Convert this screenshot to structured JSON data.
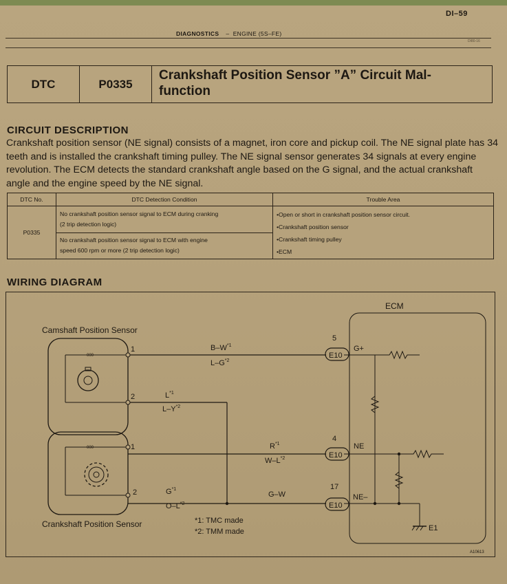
{
  "header": {
    "page_number": "DI–59",
    "section": "DIAGNOSTICS",
    "separator": "–",
    "subsection": "ENGINE (5S–FE)",
    "small_code": "DI80-16"
  },
  "dtc_box": {
    "label": "DTC",
    "code": "P0335",
    "title_line1": "Crankshaft Position Sensor ”A” Circuit Mal-",
    "title_line2": "function"
  },
  "circuit_description": {
    "heading": "CIRCUIT DESCRIPTION",
    "text": "Crankshaft position sensor (NE signal) consists of a magnet, iron core and pickup coil. The NE signal plate has 34 teeth and is installed the crankshaft timing pulley. The NE signal sensor generates 34 signals at every engine revolution. The ECM detects the standard crankshaft angle based on the G signal, and the actual crankshaft angle and the engine speed by the NE signal."
  },
  "condition_table": {
    "headers": [
      "DTC No.",
      "DTC Detection Condition",
      "Trouble Area"
    ],
    "dtc_no": "P0335",
    "conditions": [
      {
        "line1": "No crankshaft position sensor signal to ECM during cranking",
        "line2": "(2 trip detection logic)"
      },
      {
        "line1": "No crankshaft position sensor signal to ECM with engine",
        "line2": "speed 600 rpm or more (2 trip detection logic)"
      }
    ],
    "trouble_areas": [
      "•Open or short in crankshaft position sensor circuit.",
      "•Crankshaft position sensor",
      "•Crankshaft timing pulley",
      "•ECM"
    ]
  },
  "wiring_diagram": {
    "heading": "WIRING DIAGRAM",
    "ecm_label": "ECM",
    "cam_sensor_label": "Camshaft Position Sensor",
    "crank_sensor_label": "Crankshaft Position Sensor",
    "cam_pin1": "1",
    "cam_pin2": "2",
    "crank_pin1": "1",
    "crank_pin2": "2",
    "wire_bw": "B–W",
    "wire_lg": "L–G",
    "wire_l": "L",
    "wire_ly": "L–Y",
    "wire_r": "R",
    "wire_wl": "W–L",
    "wire_g": "G",
    "wire_ol": "O–L",
    "wire_gw": "G–W",
    "sup1": "*1",
    "sup2": "*2",
    "ecm_pin5": "5",
    "ecm_pin4": "4",
    "ecm_pin17": "17",
    "connector": "E10",
    "sig_gplus": "G+",
    "sig_ne": "NE",
    "sig_neminus": "NE–",
    "sig_e1": "E1",
    "coil_mark": "000",
    "note1": "*1: TMC made",
    "note2": "*2: TMM made",
    "figure_code": "A10613"
  }
}
